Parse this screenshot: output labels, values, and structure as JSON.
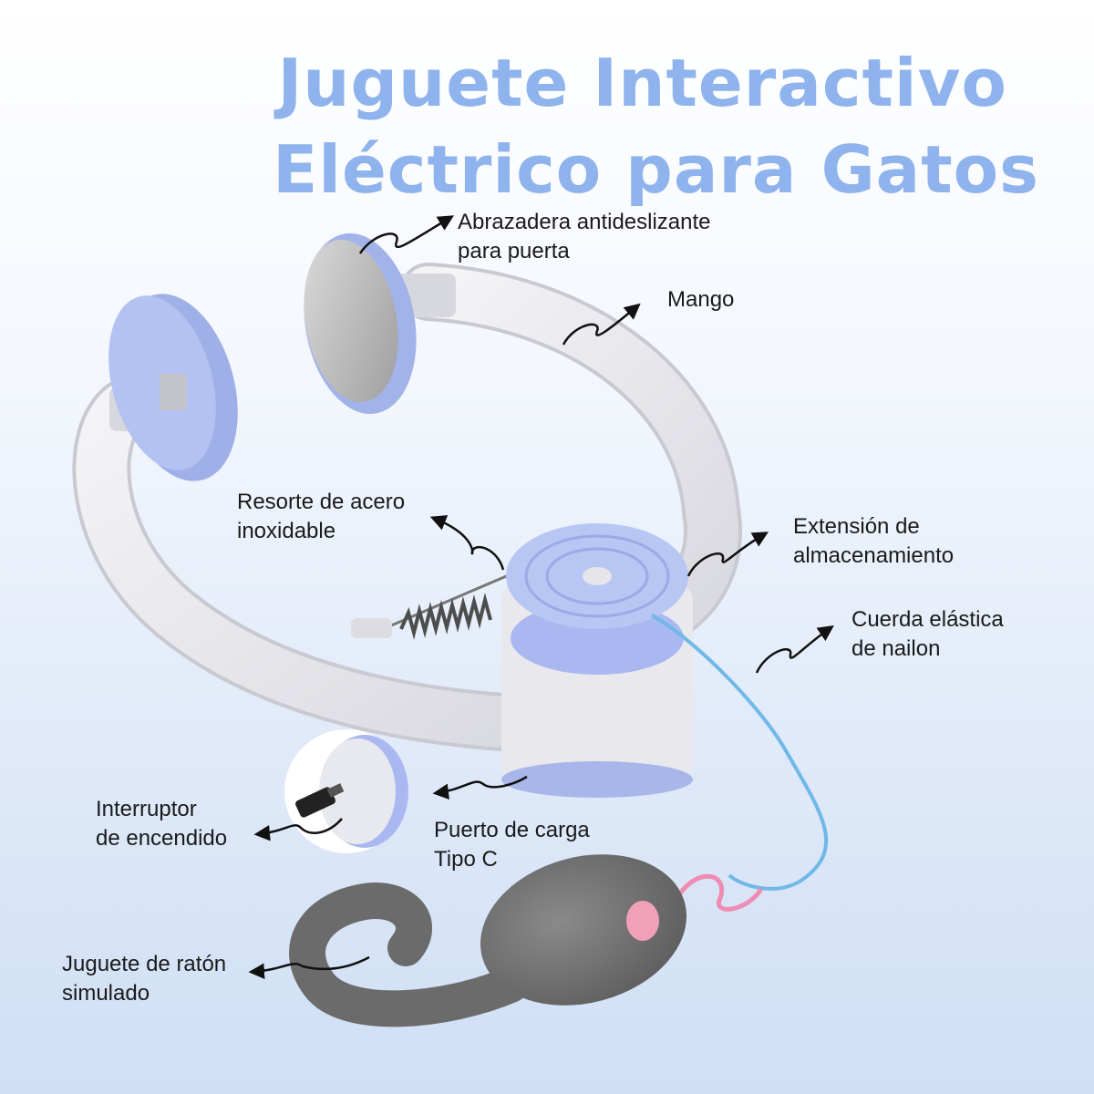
{
  "title": {
    "line1": "Juguete Interactivo",
    "line2": "Eléctrico para Gatos"
  },
  "labels": {
    "clamp": [
      "Abrazadera antideslizante",
      "para puerta"
    ],
    "handle": [
      "Mango"
    ],
    "spring": [
      "Resorte de acero",
      "inoxidable"
    ],
    "storage": [
      "Extensión de",
      "almacenamiento"
    ],
    "rope": [
      "Cuerda elástica",
      "de nailon"
    ],
    "switch": [
      "Interruptor",
      "de encendido"
    ],
    "port": [
      "Puerto de carga",
      "Tipo C"
    ],
    "mouse": [
      "Juguete de ratón",
      "simulado"
    ]
  },
  "colors": {
    "title": "#8fb3ec",
    "accent_blue": "#9fb0e8",
    "rope": "#6fb8e8",
    "body": "#e9e9ee"
  }
}
